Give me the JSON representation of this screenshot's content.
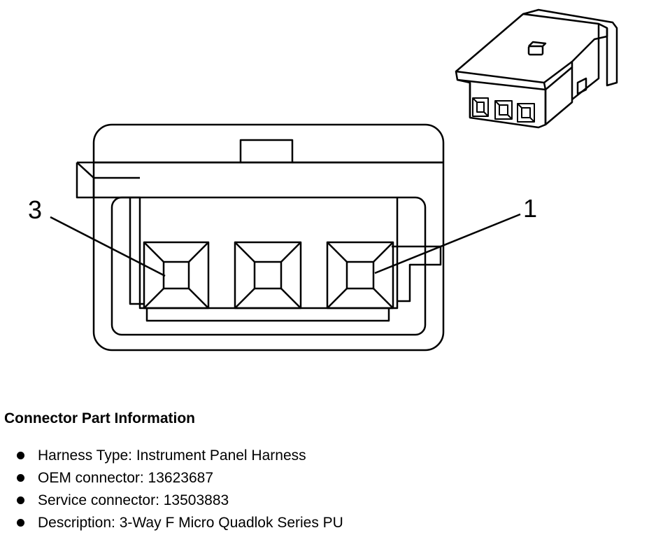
{
  "callouts": {
    "left": "3",
    "right": "1"
  },
  "info": {
    "title": "Connector Part Information",
    "items": [
      "Harness Type: Instrument Panel Harness",
      "OEM connector: 13623687",
      "Service connector: 13503883",
      "Description: 3-Way F Micro Quadlok Series PU"
    ]
  },
  "colors": {
    "line": "#000000",
    "background": "#ffffff"
  }
}
